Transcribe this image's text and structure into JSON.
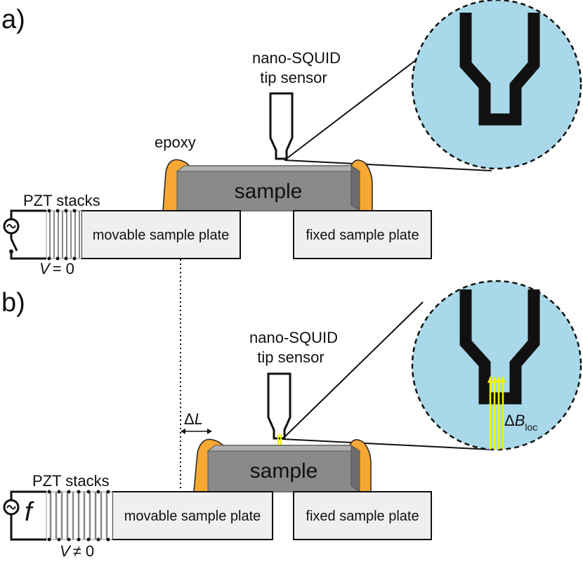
{
  "panel_a": {
    "label": "a)",
    "sensor_label_line1": "nano-SQUID",
    "sensor_label_line2": "tip sensor",
    "epoxy_label": "epoxy",
    "sample_label": "sample",
    "pzt_label": "PZT stacks",
    "movable_plate_label": "movable sample plate",
    "fixed_plate_label": "fixed sample plate",
    "voltage_var": "V",
    "voltage_value": "= 0"
  },
  "panel_b": {
    "label": "b)",
    "sensor_label_line1": "nano-SQUID",
    "sensor_label_line2": "tip sensor",
    "sample_label": "sample",
    "pzt_label": "PZT stacks",
    "movable_plate_label": "movable sample plate",
    "fixed_plate_label": "fixed sample plate",
    "voltage_var": "V",
    "voltage_value": "≠ 0",
    "frequency_label": "f",
    "displacement_symbol": "Δ",
    "displacement_var": "L",
    "field_symbol": "Δ",
    "field_var": "B",
    "field_subscript": "loc"
  },
  "colors": {
    "inset_fill": "#a8d8ea",
    "epoxy": "#f7a733",
    "sample_body": "#888888",
    "sample_edge": "#6a6a6a",
    "plate_fill": "#efefef",
    "field_lines": "#f4f400",
    "tip": "#111111"
  }
}
